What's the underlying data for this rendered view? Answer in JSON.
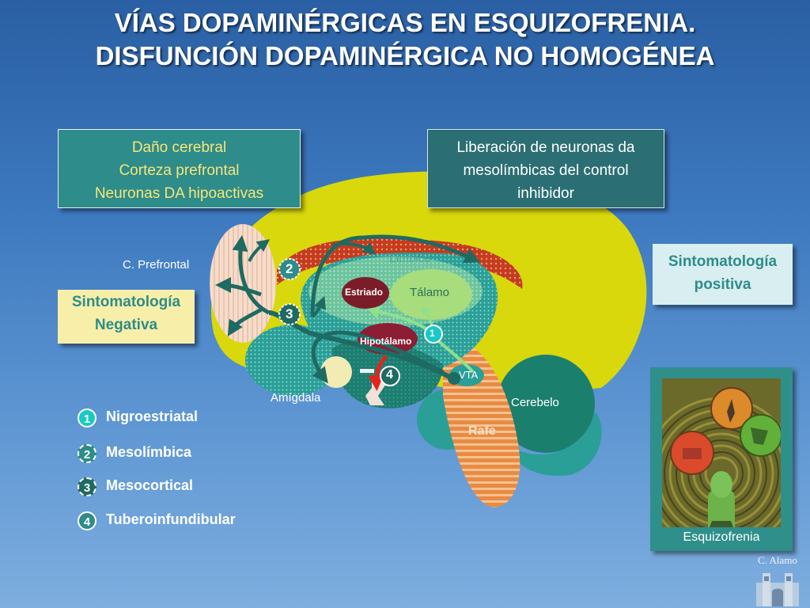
{
  "title": {
    "line1": "VÍAS DOPAMINÉRGICAS EN ESQUIZOFRENIA.",
    "line2": "DISFUNCIÓN DOPAMINÉRGICA NO HOMOGÉNEA"
  },
  "left_box": {
    "line1": "Daño cerebral",
    "line2": "Corteza prefrontal",
    "line3": "Neuronas DA hipoactivas"
  },
  "right_box": {
    "line1": "Liberación de neuronas da",
    "line2": "mesolímbicas del control",
    "line3": "inhibidor"
  },
  "sintomas": {
    "positiva_line1": "Sintomatología",
    "positiva_line2": "positiva",
    "negativa_line1": "Sintomatología",
    "negativa_line2": "Negativa"
  },
  "brain_labels": {
    "prefrontal": "C. Prefrontal",
    "limbico": "Límbico",
    "estriado": "Estriado",
    "talamo": "Tálamo",
    "hipotalamo": "Hipotálamo",
    "amigdala": "Amígdala",
    "vta": "VTA",
    "rafe": "Rafe",
    "cerebelo": "Cerebelo"
  },
  "markers": [
    "1",
    "2",
    "3",
    "4"
  ],
  "legend": [
    {
      "num": "1",
      "label": "Nigroestriatal"
    },
    {
      "num": "2",
      "label": "Mesolímbica"
    },
    {
      "num": "3",
      "label": "Mesocortical"
    },
    {
      "num": "4",
      "label": "Tuberoinfundibular"
    }
  ],
  "picture_caption": "Esquizofrenia",
  "author": "C. Alamo",
  "colors": {
    "accent_teal": "#2e8c8a",
    "marker_cyan": "#19c9c4",
    "marker_teal": "#2e8c8a",
    "brain_yellow": "#d8d80d",
    "pathway": "#1f6a62",
    "red_pathway": "#e0261c"
  },
  "icons": [
    "brain-diagram",
    "schizophrenia-painting",
    "building-logo"
  ]
}
